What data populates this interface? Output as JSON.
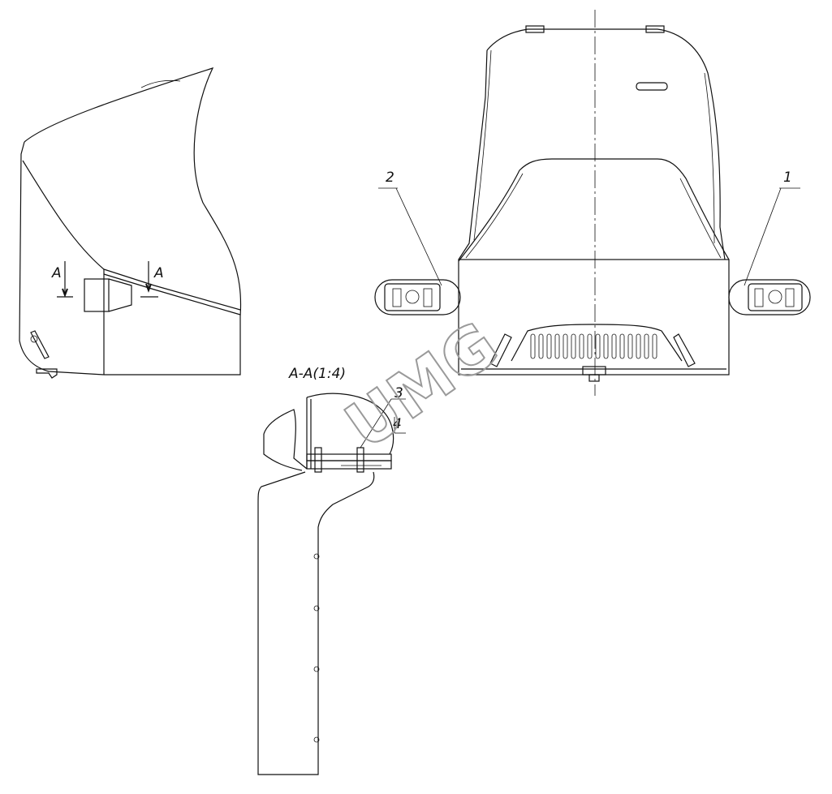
{
  "drawing": {
    "section_title": "A-A(1:4)",
    "section_marker_left": "A",
    "section_marker_right": "A",
    "callouts": {
      "part_1": "1",
      "part_2": "2",
      "part_3": "3",
      "part_4": "4"
    },
    "watermark": "UMG"
  }
}
